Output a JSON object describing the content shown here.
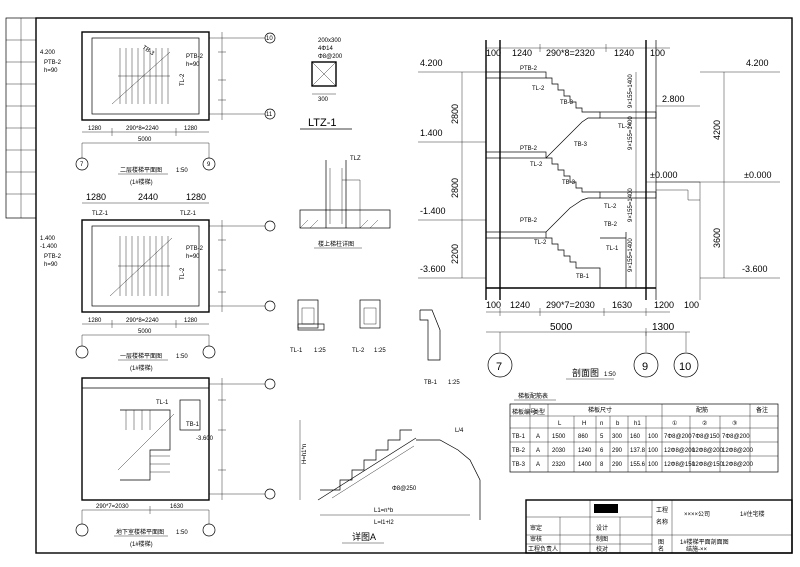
{
  "plan_upper": {
    "elev_top": "4.200",
    "ptb_left": "PTB-2",
    "h_left": "h=90",
    "ptb_right": "PTB-2",
    "h_right": "h=90",
    "tb_label": "TB-3",
    "tl_label": "TL-2",
    "dims_bottom": [
      "1280",
      "290*8=2240",
      "1280"
    ],
    "total": "5000",
    "axis": [
      "7",
      "9"
    ],
    "axis_right": [
      "10",
      "11"
    ],
    "title": "二层楼梯平面图",
    "scale": "1:50",
    "note": "(1#楼梯)"
  },
  "plan_middle": {
    "dims_top": [
      "1280",
      "2440",
      "1280"
    ],
    "tlz_labels": [
      "TLZ-1",
      "TLZ-1"
    ],
    "elev_left": [
      "1.400",
      "-1.400"
    ],
    "ptb_left": "PTB-2",
    "h_left": "h=90",
    "ptb_right": "PTB-2",
    "h_right": "h=90",
    "tl_label": "TL-2",
    "dims_bottom": [
      "1280",
      "290*8=2240",
      "1280"
    ],
    "total": "5000",
    "title": "一层楼梯平面图",
    "scale": "1:50",
    "note": "(1#楼梯)"
  },
  "plan_lower": {
    "tl_label": "TL-1",
    "tb_label": "TB-1",
    "elev": "-3.600",
    "dims_bottom": [
      "290*7=2030",
      "1630"
    ],
    "title": "地下室楼梯平面图",
    "scale": "1:50",
    "note": "(1#楼梯)"
  },
  "ltz": {
    "dims": "200x300",
    "rebar1": "4Φ14",
    "rebar2": "Φ8@200",
    "width": "300",
    "title": "LTZ-1",
    "wall_title": "楼上梯柱详图",
    "tlz": "TLZ"
  },
  "beams": {
    "tl1": "TL-1",
    "tl1_scale": "1:25",
    "tl2": "TL-2",
    "tl2_scale": "1:25",
    "tb1": "TB-1",
    "tb1_scale": "1:25"
  },
  "section": {
    "dims_top": [
      "100",
      "1240",
      "290*8=2320",
      "1240",
      "100"
    ],
    "elev_left": [
      "4.200",
      "1.400",
      "-1.400",
      "-3.600"
    ],
    "heights_left": [
      "2800",
      "2800",
      "2200"
    ],
    "elev_right": [
      "4.200",
      "2.800",
      "±0.000",
      "-3.600"
    ],
    "elev_right2": [
      "4.200",
      "±0.000",
      "-3.600"
    ],
    "heights_right": [
      "4200",
      "3600"
    ],
    "flight_dims": [
      "9×155=1400",
      "9×155=1400",
      "9×155=1400",
      "9×155=1400"
    ],
    "labels": [
      "PTB-2",
      "TL-2",
      "TB-3",
      "TL-2",
      "PTB-2",
      "TB-3",
      "TL-2",
      "TB-3",
      "TL-2",
      "PTB-2",
      "TB-2",
      "TL-2",
      "TL-1",
      "TB-1"
    ],
    "dims_bottom": [
      "100",
      "1240",
      "290*7=2030",
      "1630",
      "1200",
      "100"
    ],
    "totals": [
      "5000",
      "1300"
    ],
    "axis": [
      "7",
      "9",
      "10"
    ],
    "title": "剖面图",
    "scale": "1:50"
  },
  "detail_a": {
    "h_label": "H=h1*n",
    "l_label": "L1=n*b",
    "l_total": "L=l1+l2",
    "rebar": "Φ8@250",
    "l4": "L/4",
    "title": "详图A"
  },
  "table": {
    "title": "梯板配筋表",
    "headers": [
      "梯板编号",
      "类型",
      "梯板尺寸",
      "",
      "",
      "",
      "",
      "配筋",
      "",
      "",
      "备注"
    ],
    "sub_headers": [
      "L",
      "H",
      "n",
      "b",
      "h1",
      "①",
      "②",
      "③"
    ],
    "rows": [
      [
        "TB-1",
        "A",
        "1500",
        "860",
        "5",
        "300",
        "160",
        "100",
        "7Φ8@200",
        "7Φ8@150",
        "7Φ8@200"
      ],
      [
        "TB-2",
        "A",
        "2030",
        "1240",
        "6",
        "290",
        "137.8",
        "100",
        "12Φ8@200",
        "12Φ8@200",
        "12Φ8@200"
      ],
      [
        "TB-3",
        "A",
        "2320",
        "1400",
        "8",
        "290",
        "155.6",
        "100",
        "12Φ8@150",
        "12Φ8@150",
        "12Φ8@200"
      ]
    ]
  },
  "title_block": {
    "project_label1": "工程",
    "project_label2": "名称",
    "project_name": "××××公司",
    "project_name2": "1#住宅楼",
    "drawing_label1": "图",
    "drawing_label2": "名",
    "drawing_name": "1#楼梯平面剖面图",
    "sheet_no": "结施-××",
    "row_labels": [
      "审定",
      "审核",
      "工程负责人"
    ],
    "mid_labels": [
      "设计",
      "制图",
      "校对"
    ]
  },
  "colors": {
    "line": "#000000",
    "paper": "#ffffff"
  }
}
